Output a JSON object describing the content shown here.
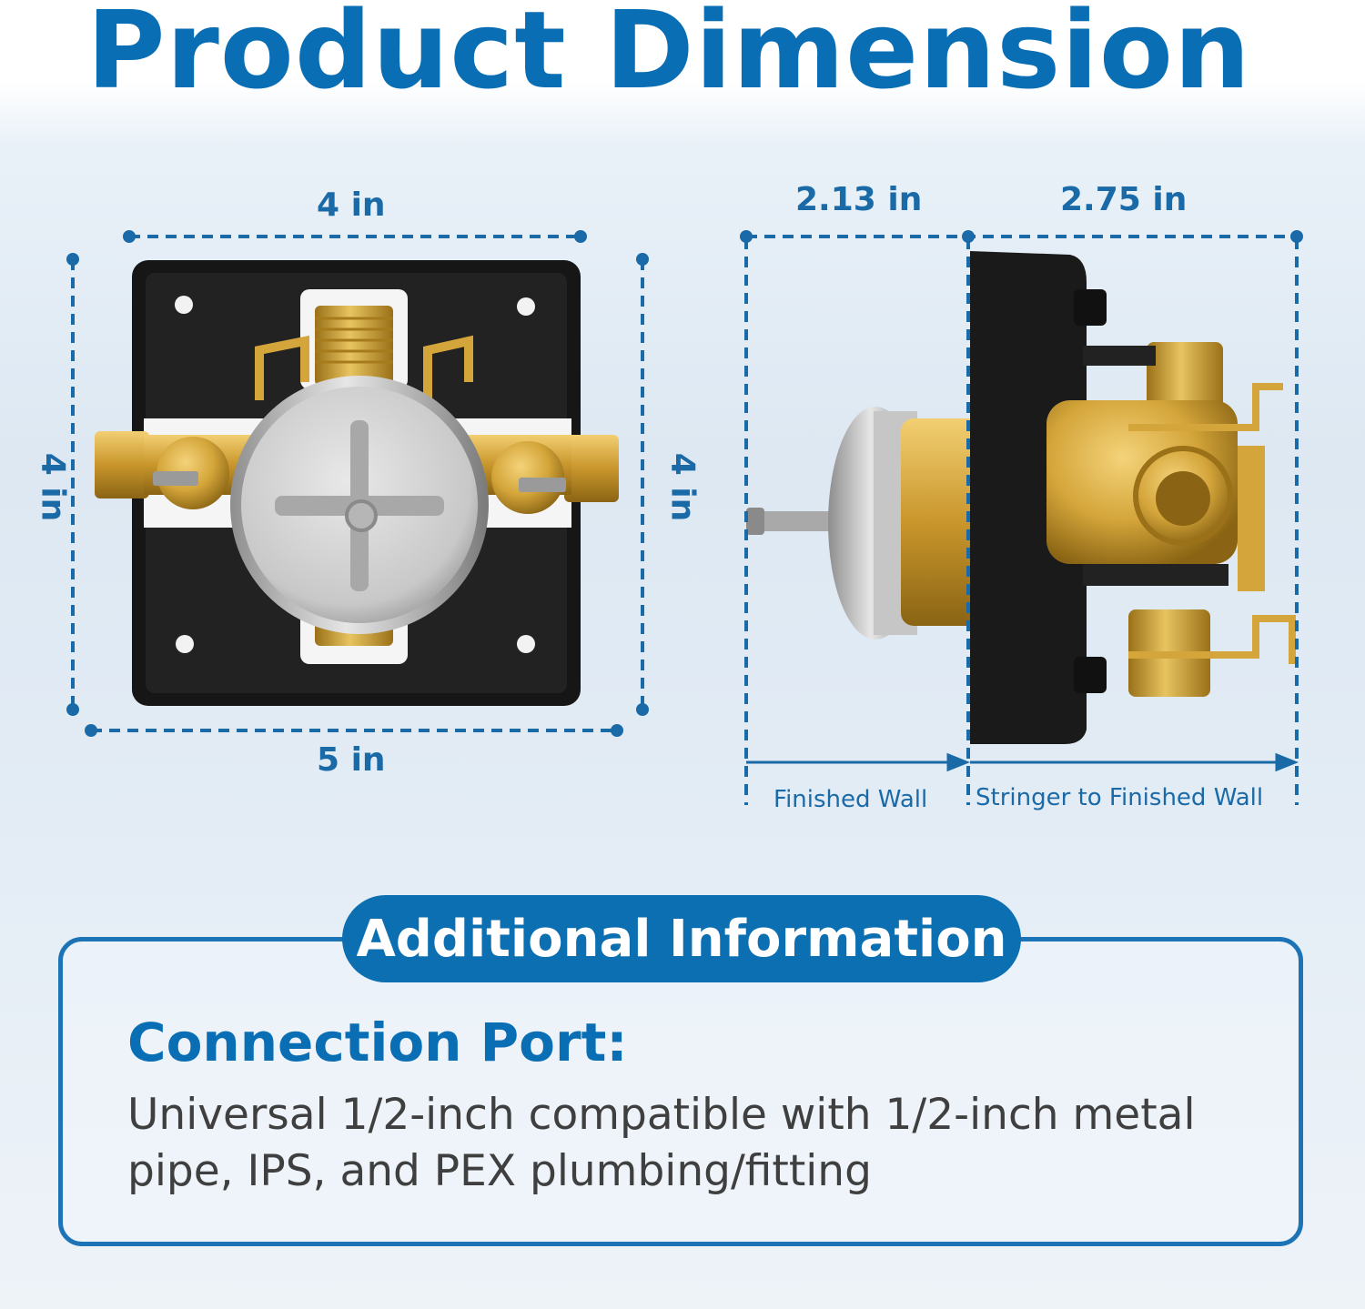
{
  "title": "Product Dimension",
  "front_view": {
    "top_width": "4 in",
    "bottom_width": "5 in",
    "left_height": "4 in",
    "right_height": "4 in"
  },
  "side_view": {
    "depth_left": "2.13 in",
    "depth_right": "2.75 in",
    "label_left": "Finished Wall",
    "label_right": "Stringer to Finished Wall"
  },
  "additional": {
    "pill_label": "Additional Information",
    "heading": "Connection Port:",
    "body": "Universal 1/2-inch compatible with 1/2-inch metal pipe, IPS, and PEX plumbing/fitting"
  },
  "colors": {
    "accent": "#0a6eb4",
    "dimension_line": "#1b6aa8",
    "brass": "#d4a53a",
    "bracket": "#1a1a1a"
  }
}
